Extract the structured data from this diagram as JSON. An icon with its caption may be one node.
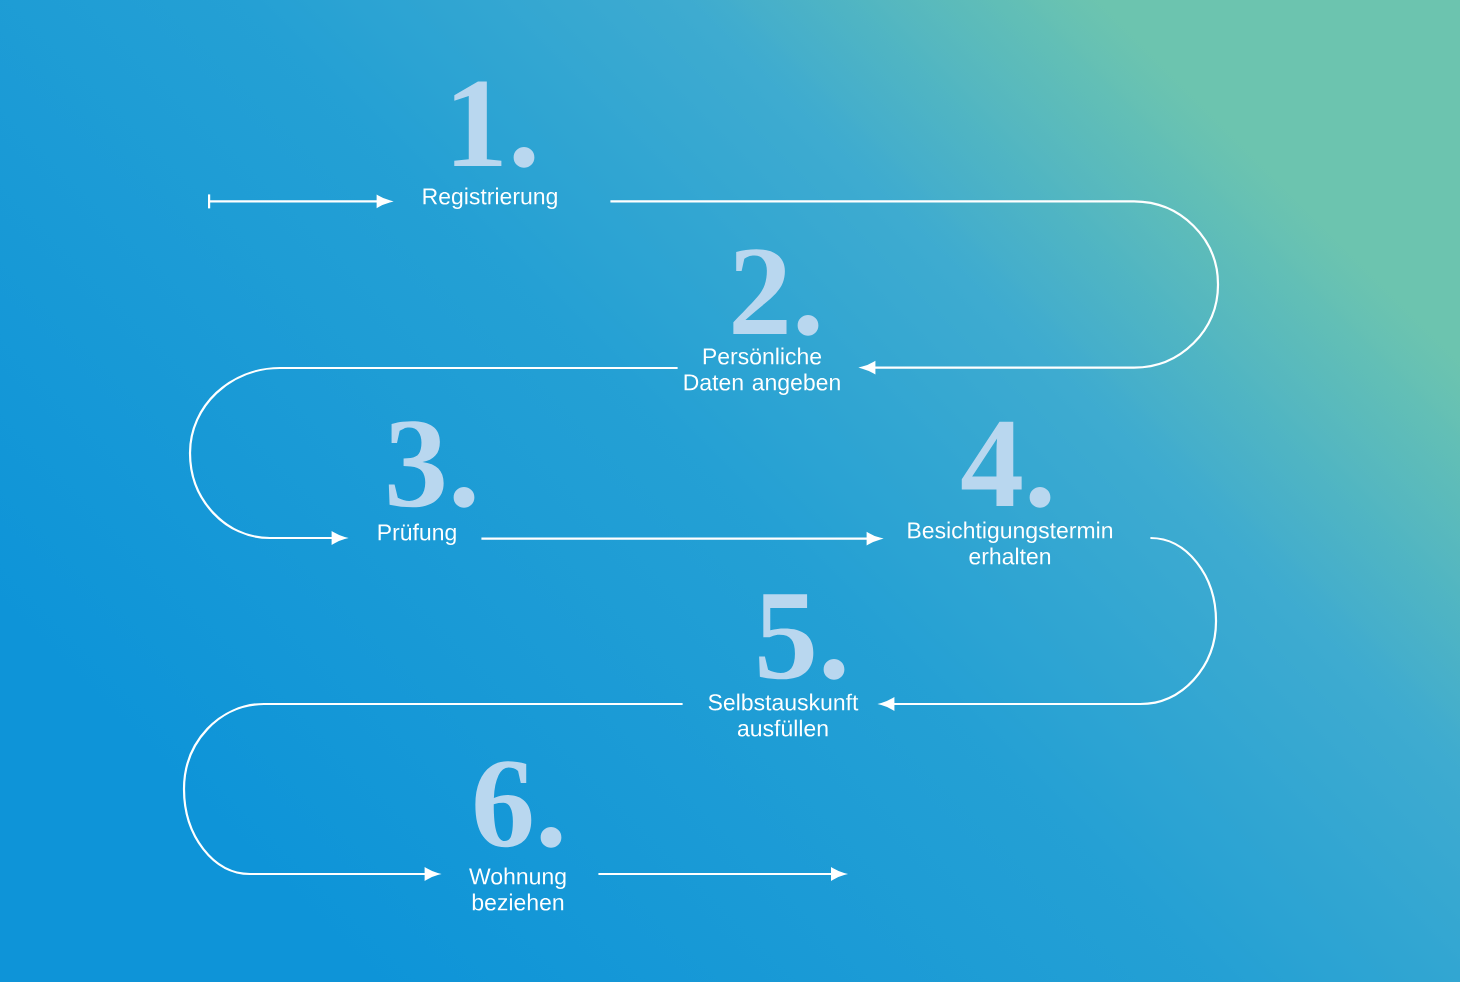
{
  "diagram": {
    "nodes": [
      {
        "text": [
          "1.",
          "Registrierung"
        ]
      },
      {
        "text": [
          "2.",
          "Persönliche Daten angeben"
        ]
      },
      {
        "text": [
          "3.",
          "Prüfung"
        ]
      },
      {
        "text": [
          "4.",
          "Besichtigungstermin erhalten"
        ]
      },
      {
        "text": [
          "5.",
          "Selbstauskunft ausfüllen"
        ]
      },
      {
        "text": [
          "6.",
          "Wohnung beziehen"
        ]
      }
    ],
    "edges": [
      {
        "from": null,
        "to": 0,
        "arrow": "to"
      },
      {
        "from": 0,
        "to": 1,
        "arrow": "to"
      },
      {
        "from": 1,
        "to": 2,
        "arrow": "to"
      },
      {
        "from": 2,
        "to": 3,
        "arrow": "to"
      },
      {
        "from": 3,
        "to": 4,
        "arrow": "to"
      },
      {
        "from": 4,
        "to": 5,
        "arrow": "to"
      },
      {
        "from": 5,
        "to": null,
        "arrow": "to"
      }
    ]
  }
}
